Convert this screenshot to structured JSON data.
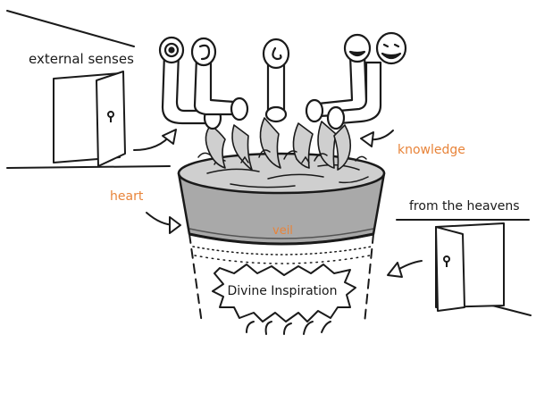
{
  "labels": {
    "external_senses": "external senses",
    "knowledge": "knowledge",
    "heart": "heart",
    "from_heavens": "from the heavens",
    "veil": "veil",
    "divine_inspiration": "Divine Inspiration"
  },
  "colors": {
    "ink": "#1a1a1a",
    "accent": "#e8843a",
    "liquid": "#a9a9a9",
    "liquid_light": "#cfcfcf"
  }
}
